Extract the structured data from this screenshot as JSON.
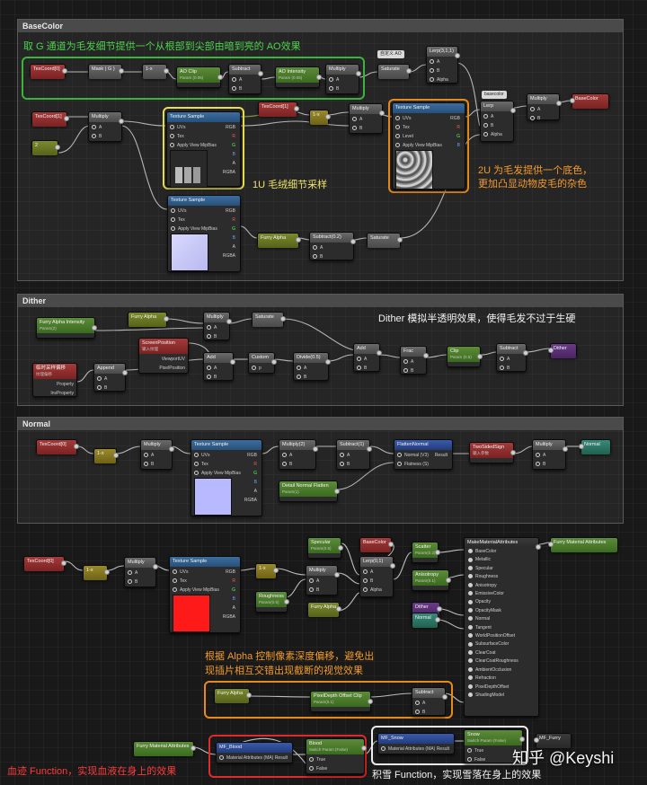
{
  "sections": {
    "basecolor": "BaseColor",
    "dither": "Dither",
    "normal": "Normal"
  },
  "notes": {
    "basecolor_g": "取 G 通道为毛发细节提供一个从根部到尖部由暗到亮的 AO效果",
    "fuzz_1u": "1U 毛绒细节采样",
    "fur_2u_line1": "2U 为毛发提供一个底色，",
    "fur_2u_line2": "更加凸显动物皮毛的杂色",
    "dither": "Dither 模拟半透明效果，使得毛发不过于生硬",
    "pixel_depth_line1": "根据 Alpha 控制像素深度偏移，避免出",
    "pixel_depth_line2": "现插片相互交错出现截断的视觉效果",
    "blood": "血迹 Function，实现血液在身上的效果",
    "snow": "积雪 Function，实现雪落在身上的效果"
  },
  "watermark": "知乎 @Keyshi",
  "tags": {
    "custom_ao": "自定义 AO",
    "basecolor_tag": "basecolor"
  },
  "colors": {
    "green": "#4cd34c",
    "orange": "#f39b2b",
    "yellow": "#eee36a",
    "red": "#ff3b3b"
  },
  "nodes": {
    "tc0": "TexCoord[0]",
    "mask": "Mask ( G )",
    "x1": "1-x",
    "aoclip": "AO Clip",
    "aoclip_sub": "Param (0.05)",
    "subtract": "Subtract",
    "aointensity": "AO Intensity",
    "aointensity_sub": "Param (0.05)",
    "multiply": "Multiply",
    "saturate": "Saturate",
    "lerp3": "Lerp(3,1,1)",
    "tc1": "TexCoord[1]",
    "multiply_b": "Multiply",
    "tex1": "Texture Sample",
    "param_small": "2",
    "tc1b": "TexCoord[1]",
    "x1b": "1-x",
    "multiply_c": "Multiply",
    "tex2": "Texture Sample",
    "lerp": "Lerp",
    "multiply_d": "Multiply",
    "basecolor_out": "BaseColor",
    "tex3": "Texture Sample",
    "furry_alpha": "Furry Alpha",
    "subtract2": "Subtract(0.2)",
    "saturate2": "Saturate",
    "furry_alpha_int": "Furry Alpha Intensity",
    "furry_alpha_int_sub": "Param(2)",
    "furry_alpha2": "Furry Alpha",
    "multiply_e": "Multiply",
    "saturate3": "Saturate",
    "screenpos": "ScreenPosition",
    "screenpos_sub": "输入纹理",
    "tempaa": "临时采样偏移",
    "tempaa_sub": "纹理偏移",
    "append": "Append",
    "add1": "Add",
    "custom": "Custom",
    "divide": "Divide(0.5)",
    "add2": "Add",
    "frac": "Frac",
    "clip": "Clip",
    "clip_sub": "Param (0.5)",
    "subtract3": "Subtract",
    "dither_out": "Dither",
    "tc_n": "TexCoord[0]",
    "x1n": "1-x",
    "multiply_n": "Multiply",
    "tex_n": "Texture Sample",
    "multiply_n2": "Multiply(2)",
    "subtract_n": "Subtract(1)",
    "flatten": "FlattenNormal",
    "detail_flat": "Detail Normal Flatten",
    "detail_flat_sub": "Param(1)",
    "twosided": "TwoSidedSign",
    "twosided_sub": "输入参数",
    "multiply_n3": "Multiply",
    "normal_out": "Normal",
    "tc_m": "TexCoord[0]",
    "x1m": "1-x",
    "multiply_m": "Multiply",
    "tex_m": "Texture Sample",
    "specular": "Specular",
    "specular_sub": "Param(0.5)",
    "onex": "1-x",
    "multiply_m2": "Multiply",
    "roughness": "Roughness",
    "roughness_sub": "Param(0.5)",
    "furry_alpha3": "Furry Alpha",
    "basecolor_m": "BaseColor",
    "lerp_m": "Lerp(0,1)",
    "scatter": "Scatter",
    "scatter_sub": "Param(0.2)",
    "anisotropy": "Anisotropy",
    "anisotropy_sub": "Param(0.1)",
    "dither_m": "Dither",
    "normal_m": "Normal",
    "makemat": "MakeMaterialAttributes",
    "furry_mat_attr": "Furry Material Attributes",
    "furry_alpha4": "Furry Alpha",
    "pixeldepth": "PixelDepth Offset Clip",
    "pixeldepth_sub": "Param(0.1)",
    "subtract_m": "Subtract",
    "furry_mat_attr2": "Furry Material Attributes",
    "mf_blood": "MF_Blood",
    "blood": "Blood",
    "blood_sub": "Switch Param (False)",
    "mf_snow": "MF_Snow",
    "snow": "Snow",
    "snow_sub": "Switch Param (False)",
    "mf_furry": "MF_Furry"
  },
  "pins": {
    "a": "A",
    "b": "B",
    "alpha": "Alpha",
    "uvs": "UVs",
    "tex": "Tex",
    "level": "Level",
    "mip": "Apply View MipBias",
    "rgb": "RGB",
    "r": "R",
    "g": "G",
    "bb": "B",
    "aa": "A",
    "rgba": "RGBA",
    "viewportuv": "ViewportUV",
    "pixelpos": "PixelPosition",
    "property": "Property",
    "invproperty": "InvProperty",
    "normal_v3": "Normal (V3)",
    "result": "Result",
    "flatness": "Flatness (S)",
    "mat_attr_result": "Material Attributes (MA)",
    "mat_attr_result_out": "Result",
    "true": "True",
    "false": "False",
    "p": "p"
  },
  "material_attributes": [
    "BaseColor",
    "Metallic",
    "Specular",
    "Roughness",
    "Anisotropy",
    "EmissiveColor",
    "Opacity",
    "OpacityMask",
    "Normal",
    "Tangent",
    "WorldPositionOffset",
    "SubsurfaceColor",
    "ClearCoat",
    "ClearCoatRoughness",
    "AmbientOcclusion",
    "Refraction",
    "PixelDepthOffset",
    "ShadingModel"
  ]
}
